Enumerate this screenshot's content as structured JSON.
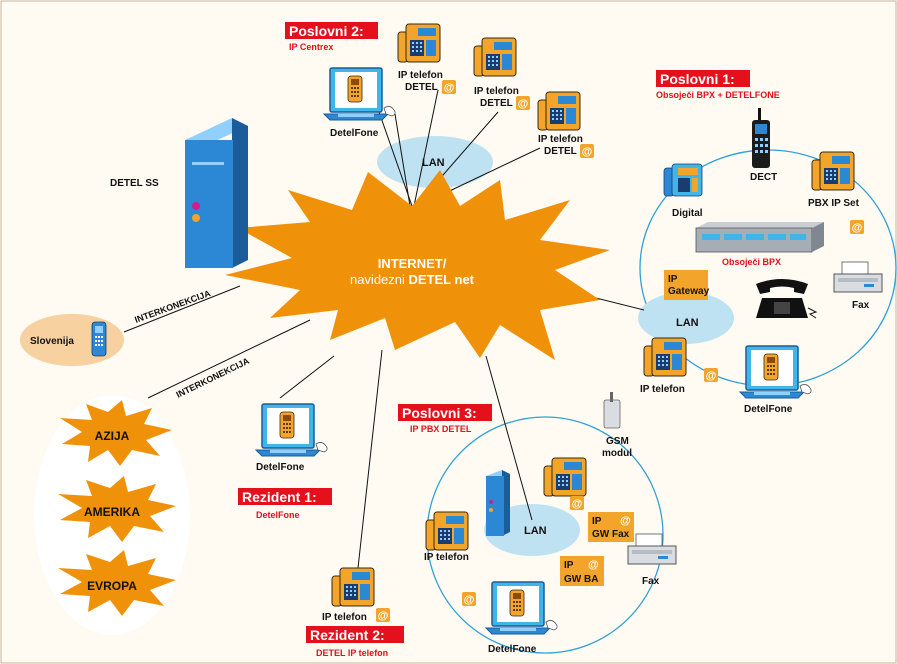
{
  "colors": {
    "background": "#fffaf2",
    "internet_star": "#f0910a",
    "lan_cloud": "#bfe2f2",
    "accent_red": "#e4101b",
    "line_blue": "#2fa0d8",
    "device_orange": "#f2a52a",
    "server_blue": "#2c88d4"
  },
  "internet": {
    "line1": "INTERNET/",
    "line2_prefix": "navidezni ",
    "line2_bold": "DETEL net"
  },
  "server": {
    "label": "DETEL SS",
    "icon": "server-tower-icon"
  },
  "slovenija": {
    "label": "Slovenija",
    "icon": "mobile-phone-icon"
  },
  "interconnect": {
    "label1": "INTERKONEKCIJA",
    "label2": "INTERKONEKCIJA"
  },
  "regions": [
    "AZIJA",
    "AMERIKA",
    "EVROPA"
  ],
  "poslovni2": {
    "title": "Poslovni 2:",
    "subtitle": "IP Centrex",
    "detelfone": "DetelFone",
    "lan": "LAN",
    "phones": [
      {
        "line1": "IP telefon",
        "line2": "DETEL"
      },
      {
        "line1": "IP telefon",
        "line2": "DETEL"
      },
      {
        "line1": "IP telefon",
        "line2": "DETEL"
      }
    ]
  },
  "poslovni1": {
    "title": "Poslovni 1:",
    "subtitle": "Obsoječi BPX + DETELFONE",
    "dect": "DECT",
    "digital": "Digital",
    "pbx_ip_set": "PBX IP Set",
    "bpx": "Obsoječi BPX",
    "ip_gateway_1": "IP",
    "ip_gateway_2": "Gateway",
    "lan": "LAN",
    "fax": "Fax",
    "ip_telefon": "IP telefon",
    "detelfone": "DetelFone"
  },
  "poslovni3": {
    "title": "Poslovni 3:",
    "subtitle": "IP PBX DETEL",
    "gsm1": "GSM",
    "gsm2": "modul",
    "lan": "LAN",
    "ip_gw_fax_1": "IP",
    "ip_gw_fax_2": "GW Fax",
    "ip_gw_ba_1": "IP",
    "ip_gw_ba_2": "GW BA",
    "fax": "Fax",
    "ip_telefon": "IP telefon",
    "detelfone": "DetelFone"
  },
  "rezident1": {
    "title": "Rezident 1:",
    "subtitle": "DetelFone",
    "detelfone": "DetelFone"
  },
  "rezident2": {
    "title": "Rezident 2:",
    "subtitle": "DETEL IP telefon",
    "ip_telefon": "IP telefon"
  },
  "at_symbol": "@",
  "icons": [
    "ip-phone-icon",
    "laptop-detelfone-icon",
    "dect-handset-icon",
    "fax-icon",
    "gsm-module-icon",
    "pbx-rack-icon",
    "analog-phone-icon",
    "digital-phone-icon"
  ]
}
